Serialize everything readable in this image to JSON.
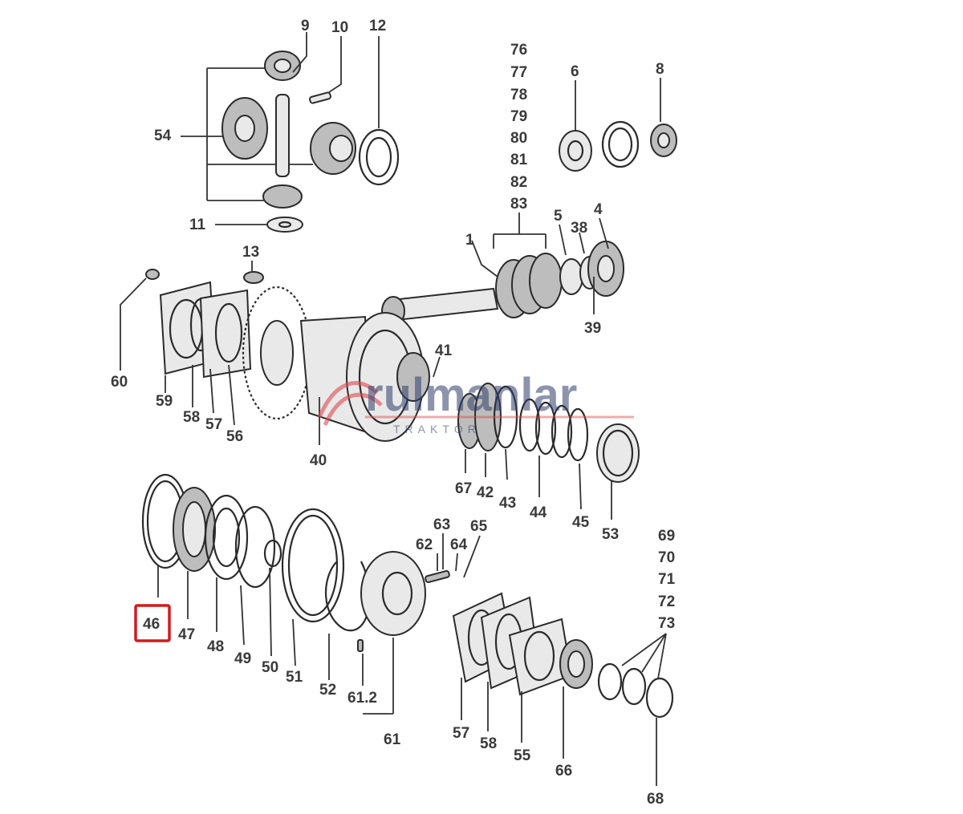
{
  "labels": {
    "l9": "9",
    "l10": "10",
    "l12": "12",
    "l54": "54",
    "l11": "11",
    "l76": "76",
    "l77": "77",
    "l78": "78",
    "l79": "79",
    "l80": "80",
    "l81": "81",
    "l82": "82",
    "l83": "83",
    "l6": "6",
    "l8": "8",
    "l1": "1",
    "l5": "5",
    "l38": "38",
    "l4": "4",
    "l39": "39",
    "l13": "13",
    "l60": "60",
    "l59": "59",
    "l58a": "58",
    "l57a": "57",
    "l56": "56",
    "l41": "41",
    "l40": "40",
    "l67": "67",
    "l42": "42",
    "l43": "43",
    "l44": "44",
    "l45": "45",
    "l53": "53",
    "l46": "46",
    "l47": "47",
    "l48": "48",
    "l49": "49",
    "l50": "50",
    "l51": "51",
    "l52": "52",
    "l612": "61.2",
    "l61": "61",
    "l62": "62",
    "l63": "63",
    "l64": "64",
    "l65": "65",
    "l69": "69",
    "l70": "70",
    "l71": "71",
    "l72": "72",
    "l73": "73",
    "l57b": "57",
    "l58b": "58",
    "l55": "55",
    "l66": "66",
    "l68": "68"
  },
  "highlighted_part": "46",
  "watermark": {
    "brand": "rulmanlar",
    "sub": "TRAKTÖR"
  },
  "colors": {
    "highlight": "#d11b1b",
    "watermark": "#2f3e6b",
    "watermark_mark": "#e0474c"
  }
}
